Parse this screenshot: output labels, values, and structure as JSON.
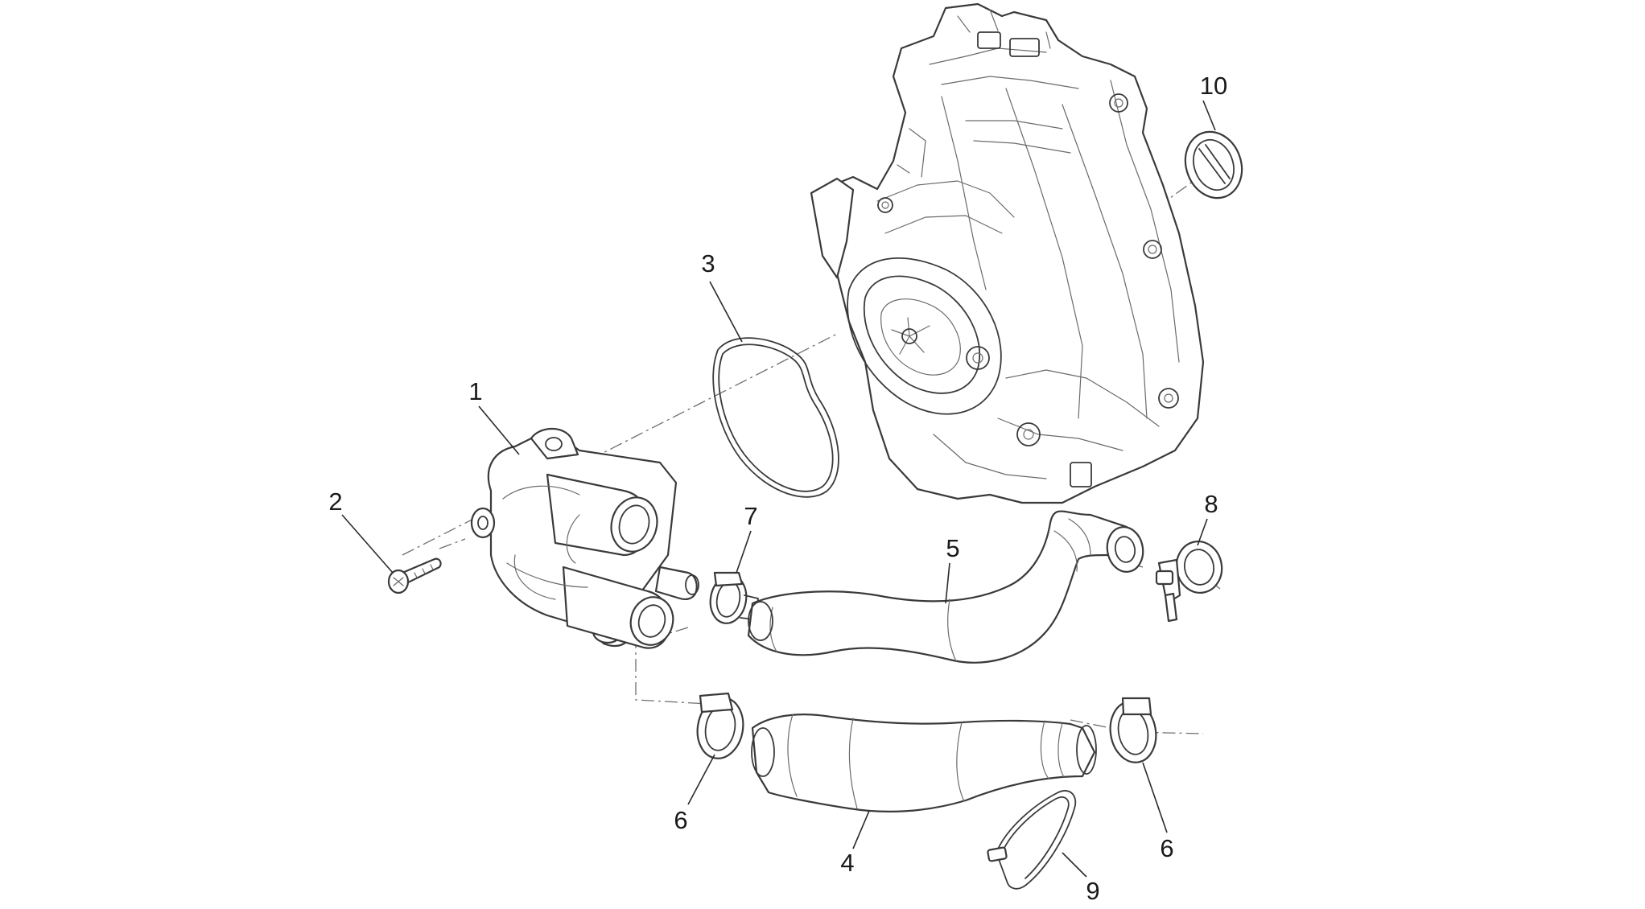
{
  "callouts": {
    "c1": "1",
    "c2": "2",
    "c3": "3",
    "c4": "4",
    "c5": "5",
    "c6a": "6",
    "c6b": "6",
    "c7": "7",
    "c8": "8",
    "c9": "9",
    "c10": "10"
  },
  "colors": {
    "line": "#3a3a3a",
    "background": "#ffffff"
  }
}
